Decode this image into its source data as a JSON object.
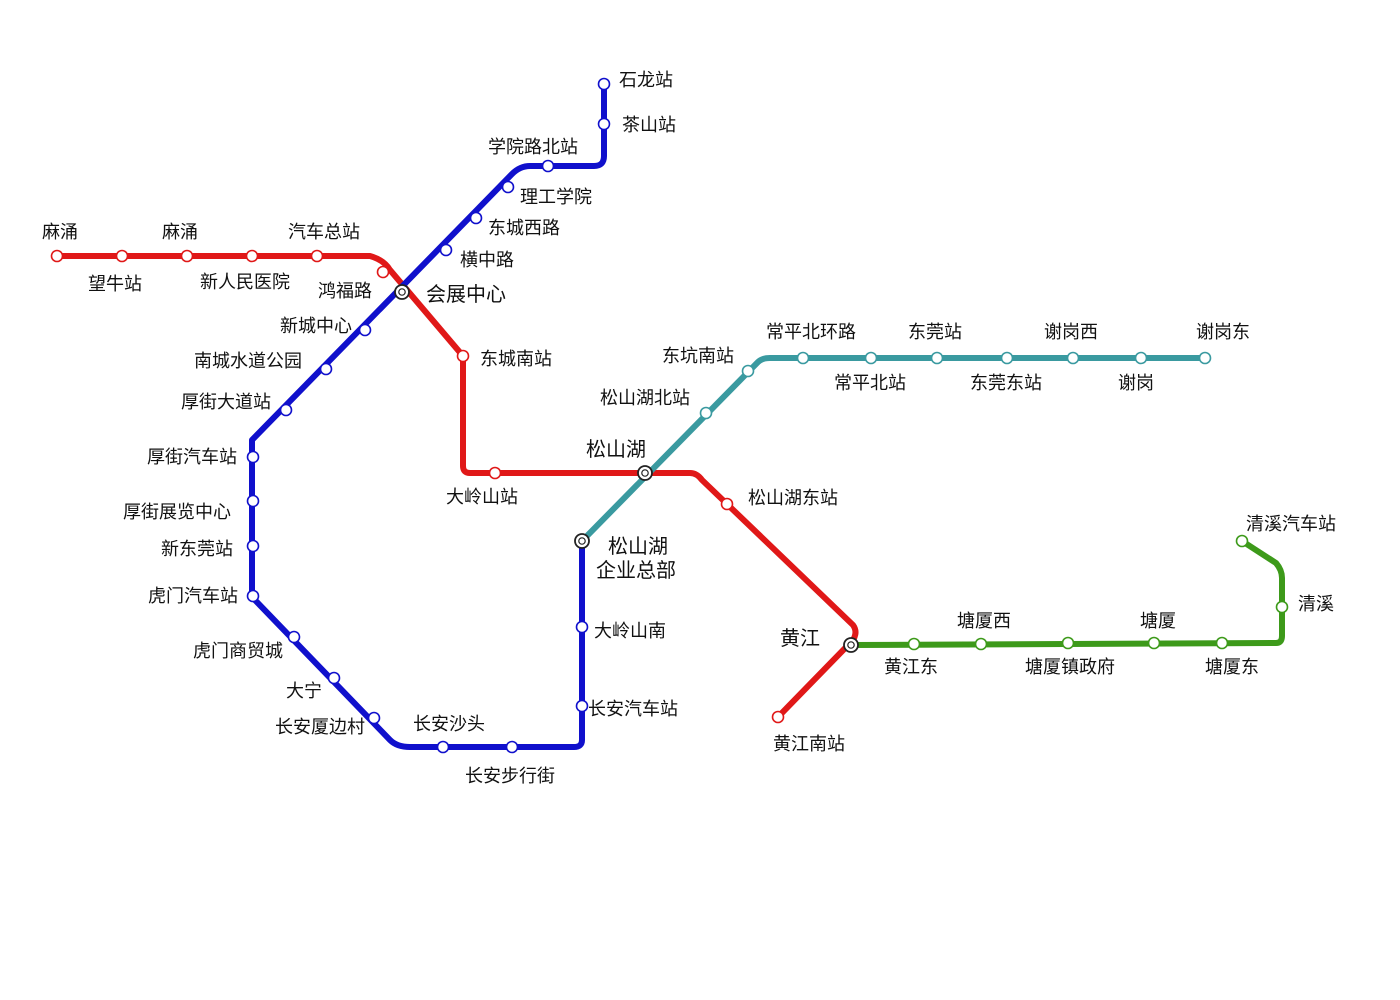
{
  "lines": [
    {
      "id": "red",
      "color": "#e01818"
    },
    {
      "id": "blue",
      "color": "#1010cc"
    },
    {
      "id": "teal",
      "color": "#3a9aa0"
    },
    {
      "id": "green",
      "color": "#3d9a1a"
    }
  ],
  "interchange_color": "#222222",
  "stations": {
    "red_1": "麻涌",
    "red_2": "望牛站",
    "red_3": "麻涌",
    "red_4": "新人民医院",
    "red_5": "汽车总站",
    "red_6": "鸿福路",
    "hub_huizhan": "会展中心",
    "red_7": "东城南站",
    "red_8": "大岭山站",
    "hub_songshanhu": "松山湖",
    "red_9": "松山湖东站",
    "hub_huangjiang": "黄江",
    "red_10": "黄江南站",
    "blue_1": "石龙站",
    "blue_2": "茶山站",
    "blue_3": "学院路北站",
    "blue_4": "理工学院",
    "blue_5": "东城西路",
    "blue_6": "横中路",
    "blue_7": "新城中心",
    "blue_8": "南城水道公园",
    "blue_9": "厚街大道站",
    "blue_10": "厚街汽车站",
    "blue_11": "厚街展览中心",
    "blue_12": "新东莞站",
    "blue_13": "虎门汽车站",
    "blue_14": "虎门商贸城",
    "blue_15": "大宁",
    "blue_16": "长安厦边村",
    "blue_17": "长安沙头",
    "blue_18": "长安步行街",
    "blue_19": "长安汽车站",
    "blue_20": "大岭山南",
    "hub_qiye_l1": "松山湖",
    "hub_qiye_l2": "企业总部",
    "teal_1": "松山湖北站",
    "teal_2": "东坑南站",
    "teal_3": "常平北环路",
    "teal_4": "常平北站",
    "teal_5": "东莞站",
    "teal_6": "东莞东站",
    "teal_7": "谢岗西",
    "teal_8": "谢岗",
    "teal_9": "谢岗东",
    "green_1": "黄江东",
    "green_2": "塘厦西",
    "green_3": "塘厦镇政府",
    "green_4": "塘厦",
    "green_5": "塘厦东",
    "green_6": "清溪",
    "green_7": "清溪汽车站"
  }
}
